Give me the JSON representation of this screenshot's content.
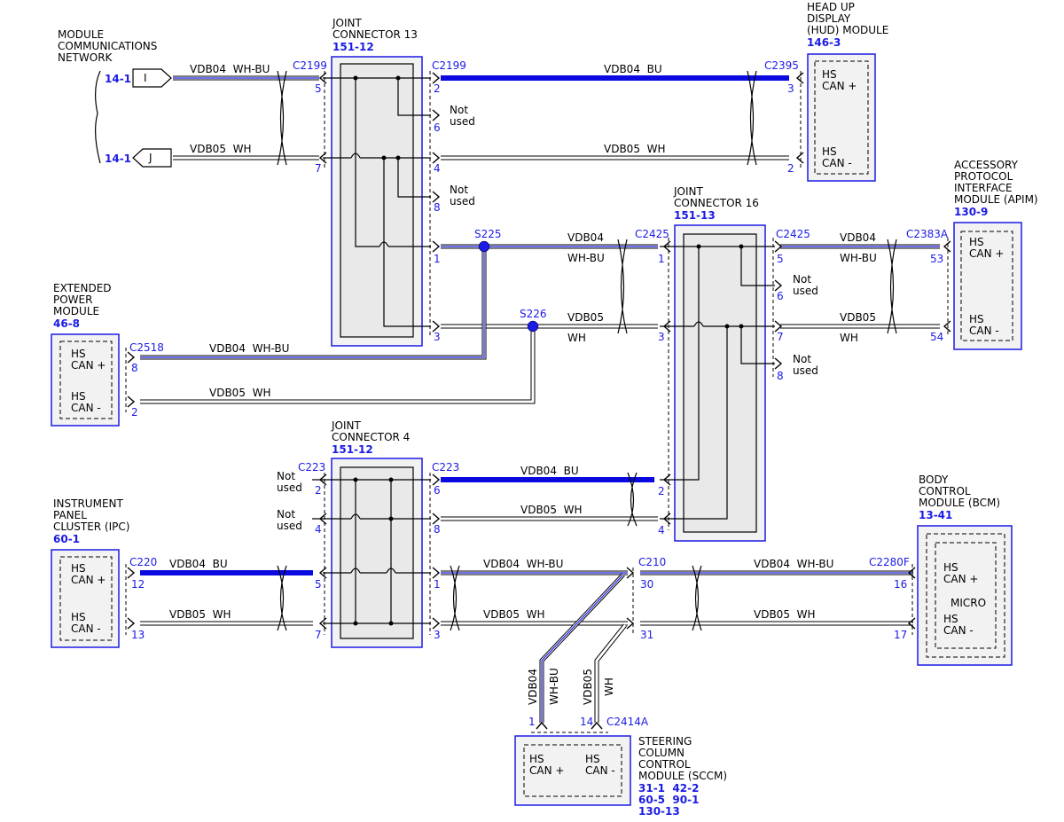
{
  "colors": {
    "accent": "#1b1be6",
    "wire_blue": "#0a0ae0",
    "box_fill": "#f2f2f2"
  },
  "modules": {
    "mcn": {
      "name": [
        "MODULE",
        "COMMUNICATIONS",
        "NETWORK"
      ],
      "ref_i": "14-1",
      "ref_j": "14-1",
      "tag_i": "I",
      "tag_j": "J"
    },
    "hud": {
      "name": [
        "HEAD UP",
        "DISPLAY",
        "(HUD) MODULE"
      ],
      "ref": "146-3",
      "conn": "C2395",
      "pin_p": "3",
      "pin_m": "2",
      "hs_p": "HS",
      "can_p": "CAN +",
      "hs_m": "HS",
      "can_m": "CAN -"
    },
    "apim": {
      "name": [
        "ACCESSORY",
        "PROTOCOL",
        "INTERFACE",
        "MODULE (APIM)"
      ],
      "ref": "130-9",
      "conn": "C2383A",
      "pin_p": "53",
      "pin_m": "54",
      "hs_p": "HS",
      "can_p": "CAN +",
      "hs_m": "HS",
      "can_m": "CAN -"
    },
    "epm": {
      "name": [
        "EXTENDED",
        "POWER",
        "MODULE"
      ],
      "ref": "46-8",
      "conn": "C2518",
      "pin_p": "8",
      "pin_m": "2",
      "hs_p": "HS",
      "can_p": "CAN +",
      "hs_m": "HS",
      "can_m": "CAN -"
    },
    "ipc": {
      "name": [
        "INSTRUMENT",
        "PANEL",
        "CLUSTER (IPC)"
      ],
      "ref": "60-1",
      "conn": "C220",
      "pin_p": "12",
      "pin_m": "13",
      "hs_p": "HS",
      "can_p": "CAN +",
      "hs_m": "HS",
      "can_m": "CAN -"
    },
    "bcm": {
      "name": [
        "BODY",
        "CONTROL",
        "MODULE (BCM)"
      ],
      "ref": "13-41",
      "conn": "C2280F",
      "pin_p": "16",
      "pin_m": "17",
      "hs_p": "HS",
      "can_p": "CAN +",
      "micro": "MICRO",
      "hs_m": "HS",
      "can_m": "CAN -"
    },
    "sccm": {
      "name": [
        "STEERING",
        "COLUMN",
        "CONTROL",
        "MODULE (SCCM)"
      ],
      "refs": [
        "31-1  42-2",
        "60-5  90-1",
        "130-13"
      ],
      "conn": "C2414A",
      "pin_p": "1",
      "pin_m": "14",
      "hs_p": "HS",
      "can_p": "CAN +",
      "hs_m": "HS",
      "can_m": "CAN -"
    }
  },
  "joints": {
    "jc13": {
      "name": [
        "JOINT",
        "CONNECTOR 13"
      ],
      "ref": "151-12",
      "conn_l": "C2199",
      "conn_r": "C2199",
      "pins": {
        "l_p": "5",
        "l_m": "7",
        "r_p": "2",
        "r_nu1": "6",
        "r_m": "4",
        "r_nu2": "8",
        "r_1": "1",
        "r_3": "3"
      }
    },
    "jc16": {
      "name": [
        "JOINT",
        "CONNECTOR 16"
      ],
      "ref": "151-13",
      "conn_l": "C2425",
      "conn_r": "C2425",
      "pins": {
        "l_1": "1",
        "l_3": "3",
        "l_2": "2",
        "l_4": "4",
        "r_p": "5",
        "r_nu1": "6",
        "r_m": "7",
        "r_nu2": "8"
      }
    },
    "jc4": {
      "name": [
        "JOINT",
        "CONNECTOR 4"
      ],
      "ref": "151-12",
      "conn_l": "C223",
      "conn_r": "C223",
      "pins": {
        "l_2": "2",
        "l_4": "4",
        "l_5": "5",
        "l_7": "7",
        "r_6": "6",
        "r_8": "8",
        "r_1": "1",
        "r_3": "3"
      }
    }
  },
  "inline": {
    "c210": "C210",
    "pin_30": "30",
    "pin_31": "31"
  },
  "splices": {
    "s225": "S225",
    "s226": "S226"
  },
  "labels": {
    "not_used_1": "Not",
    "not_used_2": "used",
    "vdb04_whbu": "VDB04  WH-BU",
    "vdb05_wh": "VDB05  WH",
    "vdb04_bu": "VDB04  BU",
    "vdb04": "VDB04",
    "vdb05": "VDB05",
    "whbu": "WH-BU",
    "wh": "WH"
  }
}
